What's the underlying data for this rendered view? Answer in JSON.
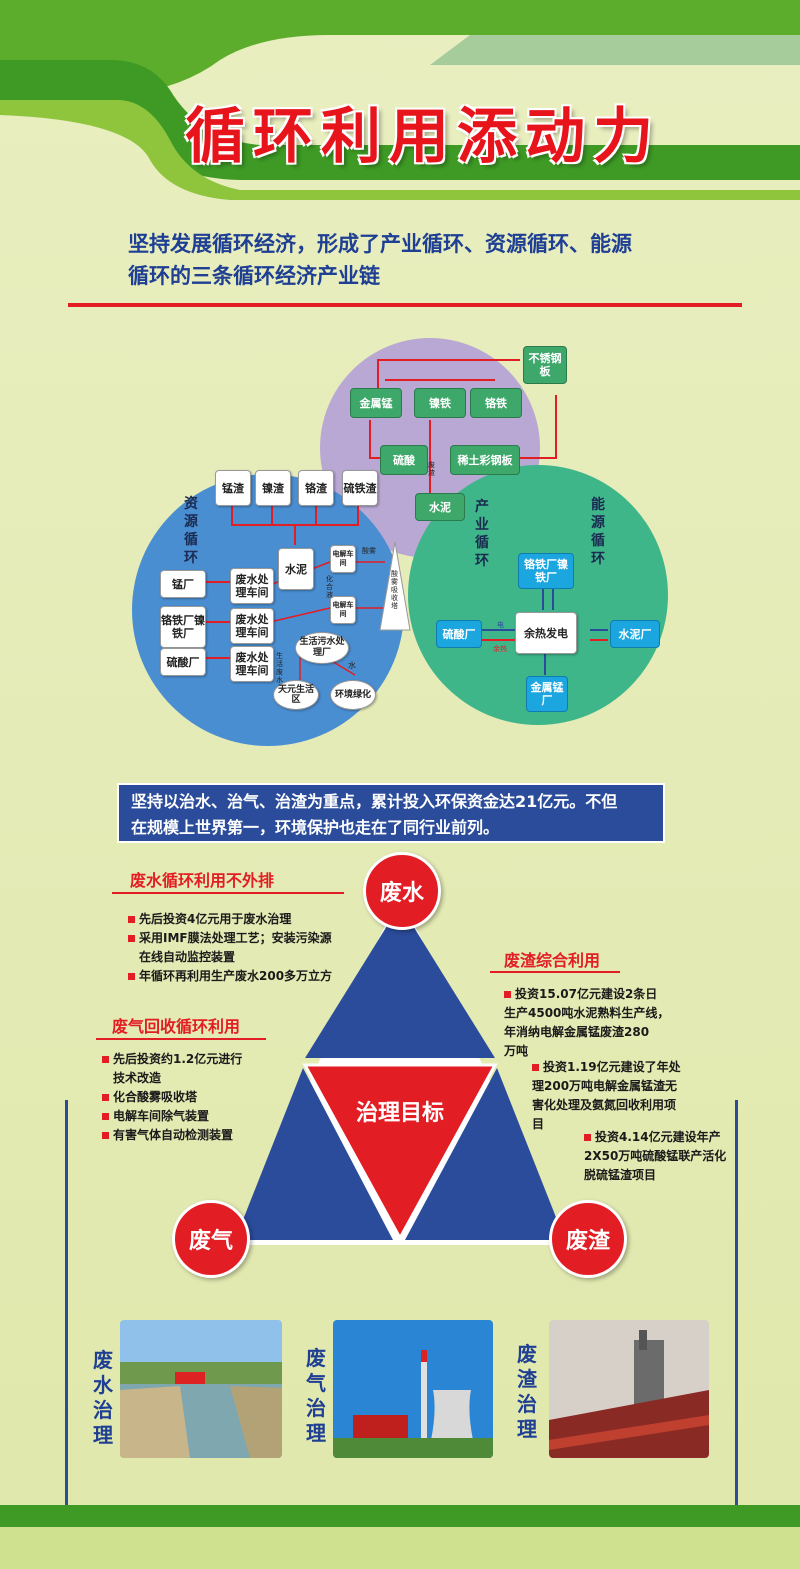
{
  "header": {
    "title": "循环利用添动力",
    "intro_line1": "坚持发展循环经济，形成了产业循环、资源循环、能源",
    "intro_line2": "循环的三条循环经济产业链"
  },
  "diagram": {
    "circle_labels": {
      "resource": [
        "资",
        "源",
        "循",
        "环"
      ],
      "industry": [
        "产",
        "业",
        "循",
        "环"
      ],
      "energy": [
        "能",
        "源",
        "循",
        "环"
      ]
    },
    "purple": {
      "stainless": "不锈钢板",
      "manganese_metal": "金属锰",
      "nickel_iron": "镍铁",
      "chrome_iron": "铬铁",
      "sulfuric": "硫酸",
      "rare_earth": "稀土彩钢板",
      "cement": "水泥",
      "slag_tag": "废渣"
    },
    "blue": {
      "slags": [
        "锰渣",
        "镍渣",
        "铬渣",
        "硫铁渣"
      ],
      "cement": "水泥",
      "plants": [
        "锰厂",
        "铬铁厂镍铁厂",
        "硫酸厂"
      ],
      "wastewater": [
        "废水处理车间",
        "废水处理车间",
        "废水处理车间"
      ],
      "electrolysis_top": "电解车间",
      "electrolysis_bottom": "电解车间",
      "acid_mist_tower": "酸雾吸收塔",
      "acid_mist": "酸雾",
      "chemical": "化合液",
      "sewage": "生活污水处理厂",
      "community": "天元生活区",
      "greening": "环境绿化",
      "water": "水",
      "life_water": "生活废水"
    },
    "green": {
      "center": "余热发电",
      "top": "铬铁厂镍铁厂",
      "left": "硫酸厂",
      "right": "水泥厂",
      "bottom": "金属锰厂",
      "elec": "电",
      "heat": "余热"
    }
  },
  "env_summary": {
    "line1": "坚持以治水、治气、治渣为重点，累计投入环保资金达21亿元。不但",
    "line2": "在规模上世界第一，环境保护也走在了同行业前列。"
  },
  "triangle": {
    "top": "废水",
    "center": "治理目标",
    "left": "废气",
    "right": "废渣"
  },
  "wastewater_section": {
    "title": "废水循环利用不外排",
    "items": [
      "先后投资4亿元用于废水治理",
      "采用IMF膜法处理工艺；安装污染源",
      "在线自动监控装置",
      "年循环再利用生产废水200多万立方"
    ]
  },
  "waste_gas_section": {
    "title": "废气回收循环利用",
    "items": [
      "先后投资约1.2亿元进行",
      "技术改造",
      "化合酸雾吸收塔",
      "电解车间除气装置",
      "有害气体自动检测装置"
    ]
  },
  "slag_section": {
    "title": "废渣综合利用",
    "item1": [
      "投资15.07亿元建设2条日",
      "生产4500吨水泥熟料生产线，",
      "年消纳电解金属锰废渣280",
      "万吨"
    ],
    "item2": [
      "投资1.19亿元建设了年处",
      "理200万吨电解金属锰渣无",
      "害化处理及氨氮回收利用项",
      "目"
    ],
    "item3": [
      "投资4.14亿元建设年产",
      "2X50万吨硫酸锰联产活化",
      "脱硫锰渣项目"
    ]
  },
  "photos": {
    "labels": [
      [
        "废",
        "水",
        "治",
        "理"
      ],
      [
        "废",
        "气",
        "治",
        "理"
      ],
      [
        "废",
        "渣",
        "治",
        "理"
      ]
    ]
  },
  "colors": {
    "red": "#e31d24",
    "navy": "#2b4c9b",
    "green": "#5ca92a"
  }
}
